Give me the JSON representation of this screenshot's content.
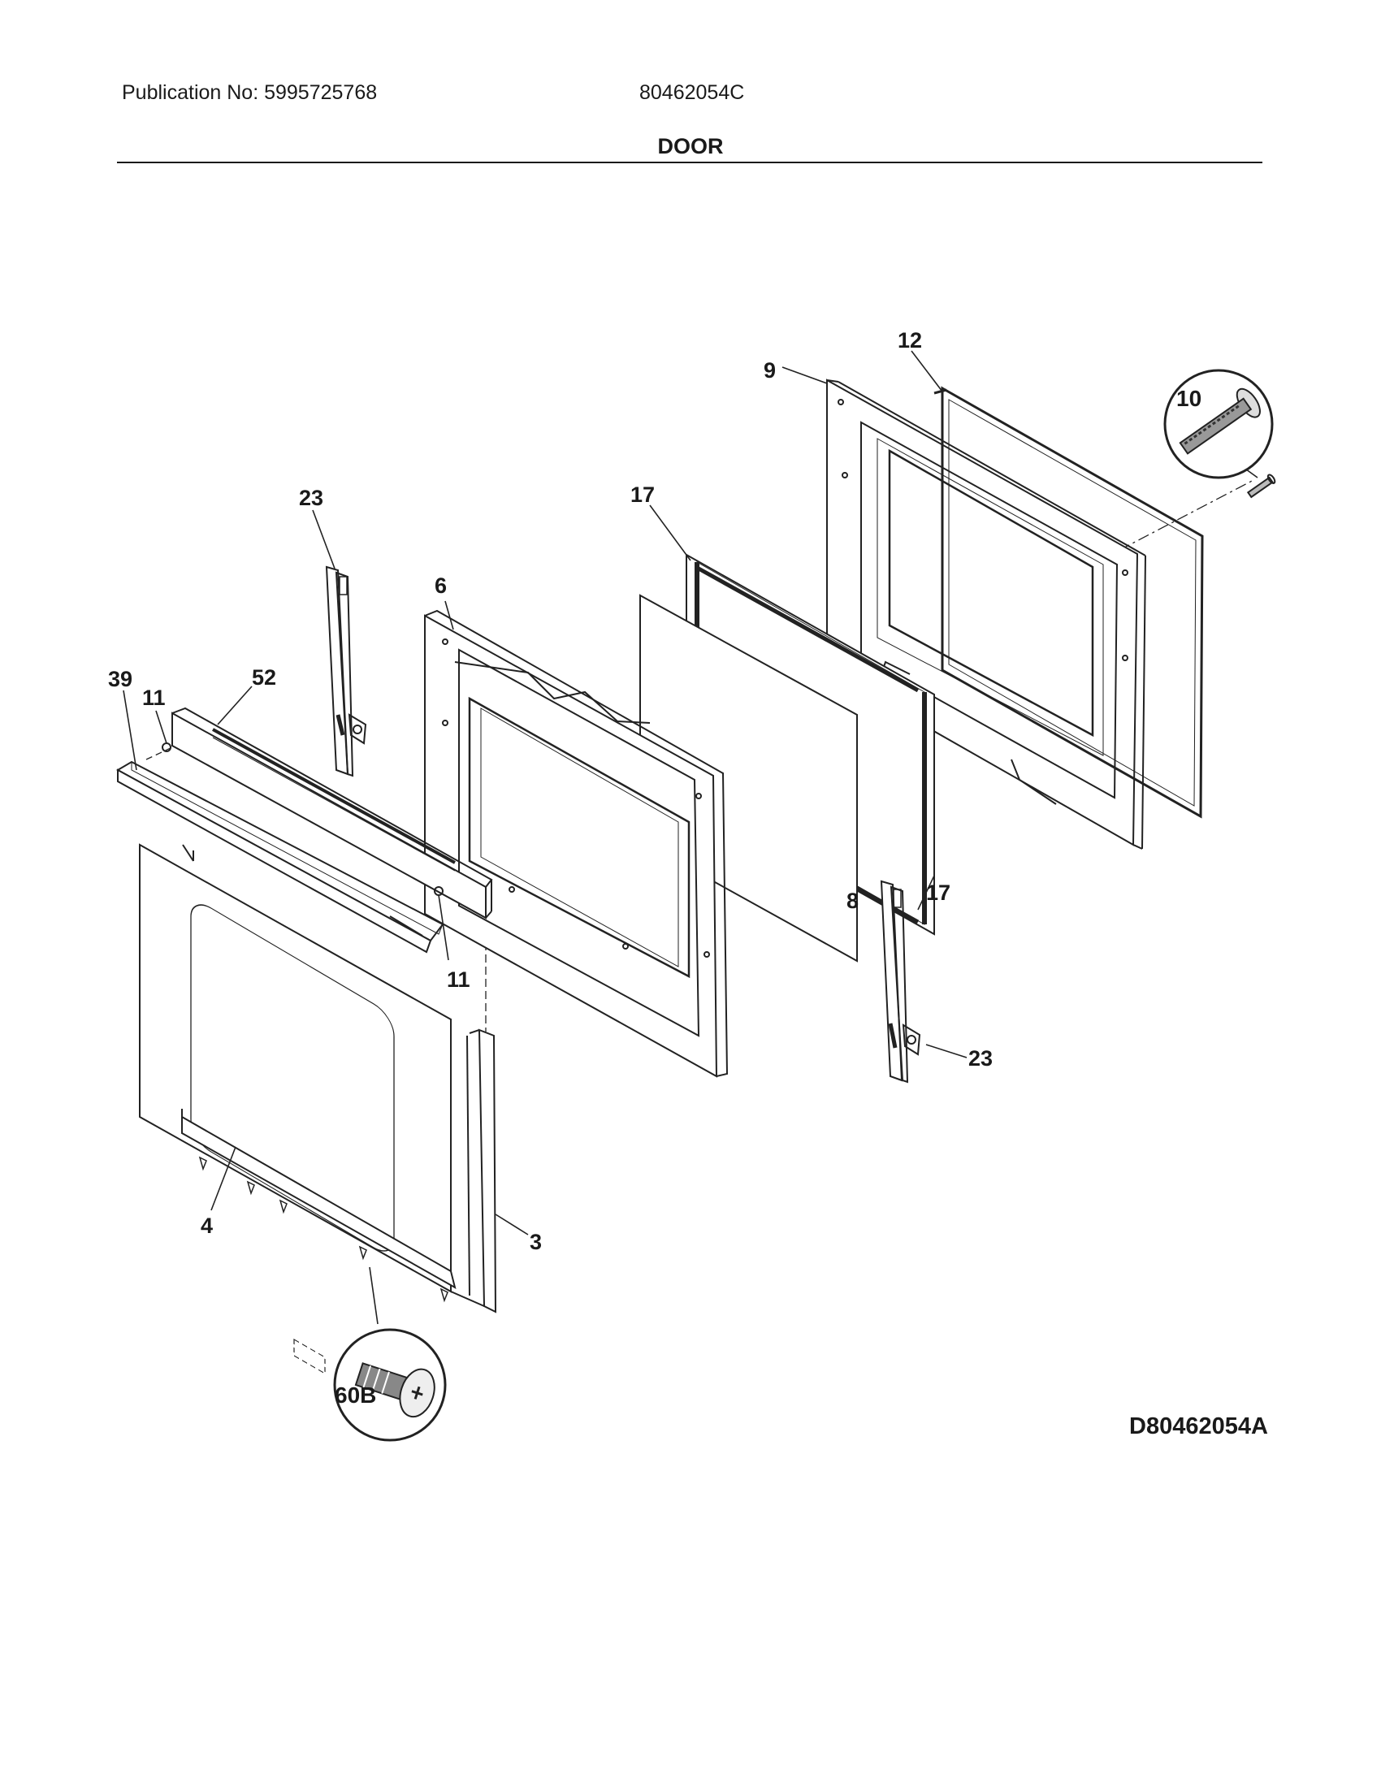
{
  "header": {
    "publication": "Publication No: 5995725768",
    "model": "80462054C",
    "section_title": "DOOR"
  },
  "diagram": {
    "code": "D80462054A",
    "callouts": {
      "c9": "9",
      "c12": "12",
      "c10": "10",
      "c23a": "23",
      "c17a": "17",
      "c6": "6",
      "c39": "39",
      "c11a": "11",
      "c52": "52",
      "c11b": "11",
      "c8": "8",
      "c17b": "17",
      "c23b": "23",
      "c4": "4",
      "c3": "3",
      "c60b": "60B"
    }
  }
}
